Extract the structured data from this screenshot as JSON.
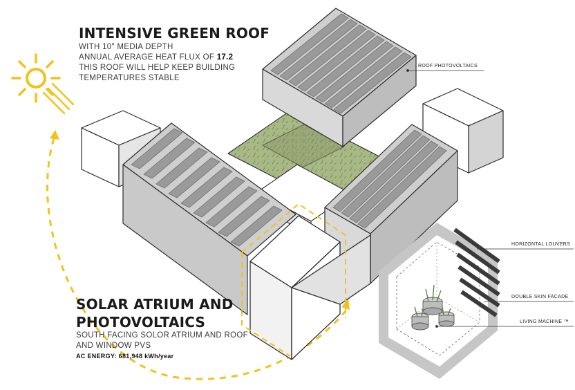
{
  "green_roof": {
    "heading": "INTENSIVE GREEN ROOF",
    "line1": "WITH 10\" MEDIA DEPTH",
    "line2_prefix": "ANNUAL AVERAGE HEAT FLUX OF ",
    "line2_value": "17.2",
    "line3": "THIS ROOF WILL HELP KEEP BUILDING",
    "line4": "TEMPERATURES STABLE"
  },
  "solar": {
    "heading_line1": "SOLAR ATRIUM AND",
    "heading_line2": "PHOTOVOLTAICS",
    "line1": "SOUTH FACING SOLOR ATRIUM AND ROOF",
    "line2": "AND WINDOW PVS",
    "energy": "AC ENERGY: 681,948 kWh/year"
  },
  "callouts": {
    "roof_pv": "ROOF PHOTOVOLTAICS",
    "louvers": "HORIZONTAL LOUVERS",
    "double_skin": "DOUBLE SKIN FACADE",
    "living_machine": "LIVING MACHINE ™"
  },
  "colors": {
    "sun": "#f2c21b",
    "pv_panel": "#9a9a9a",
    "green_roof": "#a9b986",
    "wall": "#c9c9c9",
    "outline": "#2b2b2b"
  },
  "icons": [
    "sun-icon",
    "arrow-up-icon",
    "arrow-right-icon",
    "plant-pot-icon"
  ]
}
